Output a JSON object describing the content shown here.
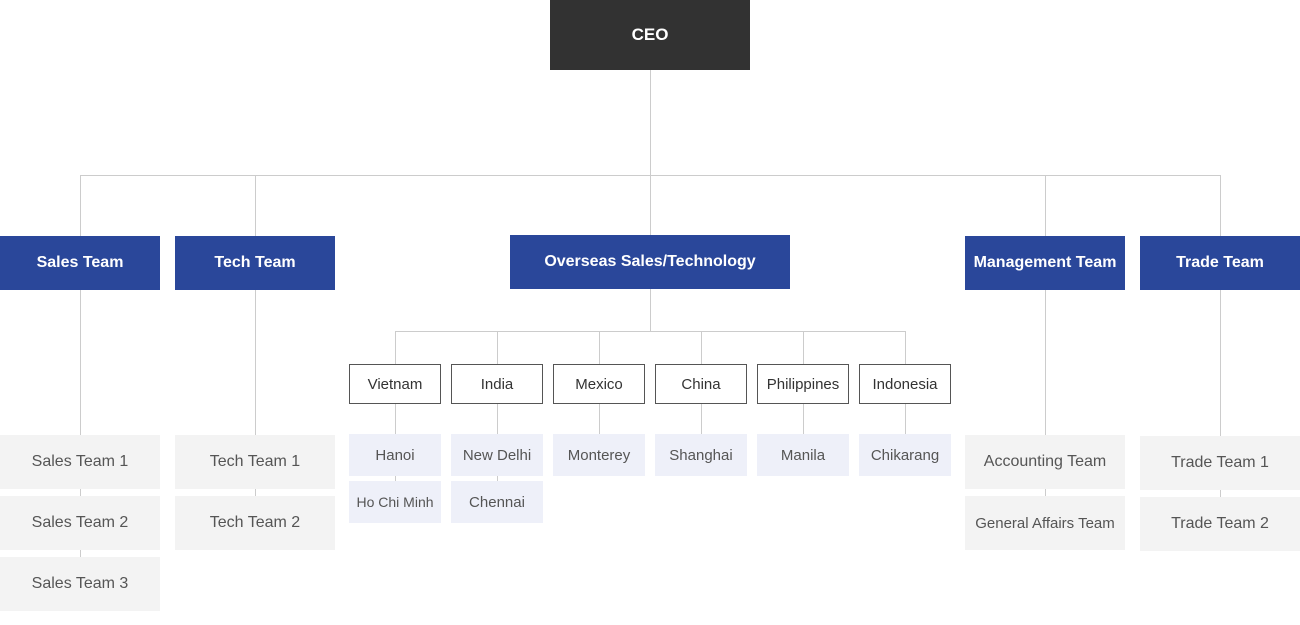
{
  "colors": {
    "ceo_bg": "#323232",
    "dept_bg": "#2a479a",
    "team_bg": "#f3f3f3",
    "city_bg": "#eef0f9",
    "line": "#cccccc"
  },
  "ceo": {
    "label": "CEO"
  },
  "departments": {
    "sales": {
      "label": "Sales Team",
      "teams": [
        "Sales Team 1",
        "Sales Team 2",
        "Sales Team 3"
      ]
    },
    "tech": {
      "label": "Tech Team",
      "teams": [
        "Tech Team 1",
        "Tech Team 2"
      ]
    },
    "overseas": {
      "label": "Overseas Sales/Technology",
      "countries": [
        {
          "name": "Vietnam",
          "cities": [
            "Hanoi",
            "Ho Chi Minh"
          ]
        },
        {
          "name": "India",
          "cities": [
            "New Delhi",
            "Chennai"
          ]
        },
        {
          "name": "Mexico",
          "cities": [
            "Monterey"
          ]
        },
        {
          "name": "China",
          "cities": [
            "Shanghai"
          ]
        },
        {
          "name": "Philippines",
          "cities": [
            "Manila"
          ]
        },
        {
          "name": "Indonesia",
          "cities": [
            "Chikarang"
          ]
        }
      ]
    },
    "management": {
      "label": "Management Team",
      "teams": [
        "Accounting Team",
        "General Affairs Team"
      ]
    },
    "trade": {
      "label": "Trade Team",
      "teams": [
        "Trade Team 1",
        "Trade Team 2"
      ]
    }
  }
}
